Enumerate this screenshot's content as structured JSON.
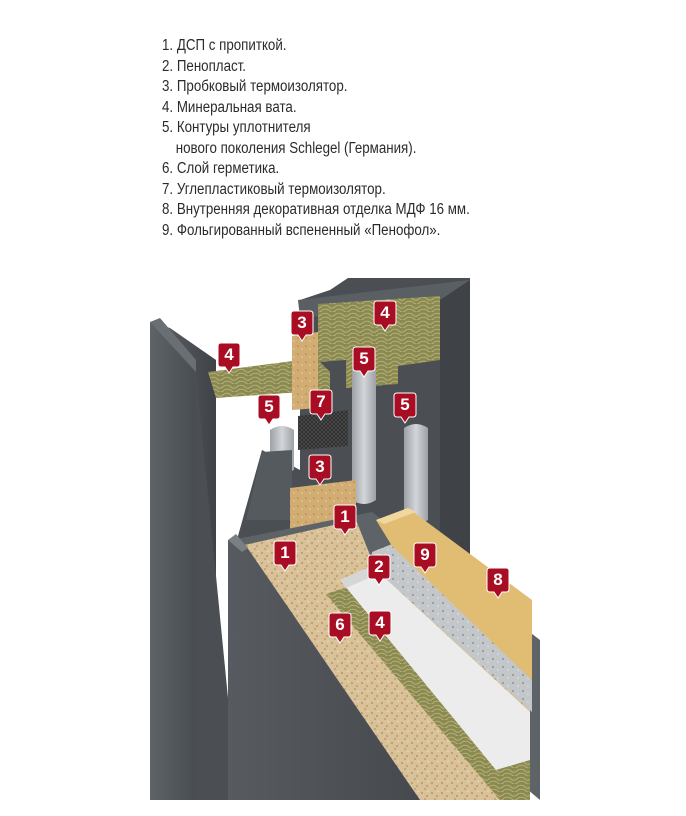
{
  "legend": {
    "items": [
      "1. ДСП с пропиткой.",
      "2. Пенопласт.",
      "3. Пробковый термоизолятор.",
      "4. Минеральная вата.",
      "5. Контуры уплотнителя",
      "нового поколения Schlegel (Германия).",
      "6. Слой герметика.",
      "7. Углепластиковый термоизолятор.",
      "8. Внутренняя декоративная отделка МДФ 16 мм.",
      "9. Фольгированный вспененный «Пенофол»."
    ]
  },
  "markers": [
    "4",
    "3",
    "4",
    "5",
    "5",
    "7",
    "5",
    "3",
    "1",
    "1",
    "9",
    "2",
    "8",
    "6",
    "4"
  ],
  "colors": {
    "steel": "#4e5257",
    "steel_light": "#6a6f74",
    "mineral_wool": "#8b8a52",
    "cork": "#d2ad73",
    "foam": "#ececec",
    "mdf": "#e1bd74",
    "seal": "#b7bcc1",
    "marker": "#a80d23"
  }
}
